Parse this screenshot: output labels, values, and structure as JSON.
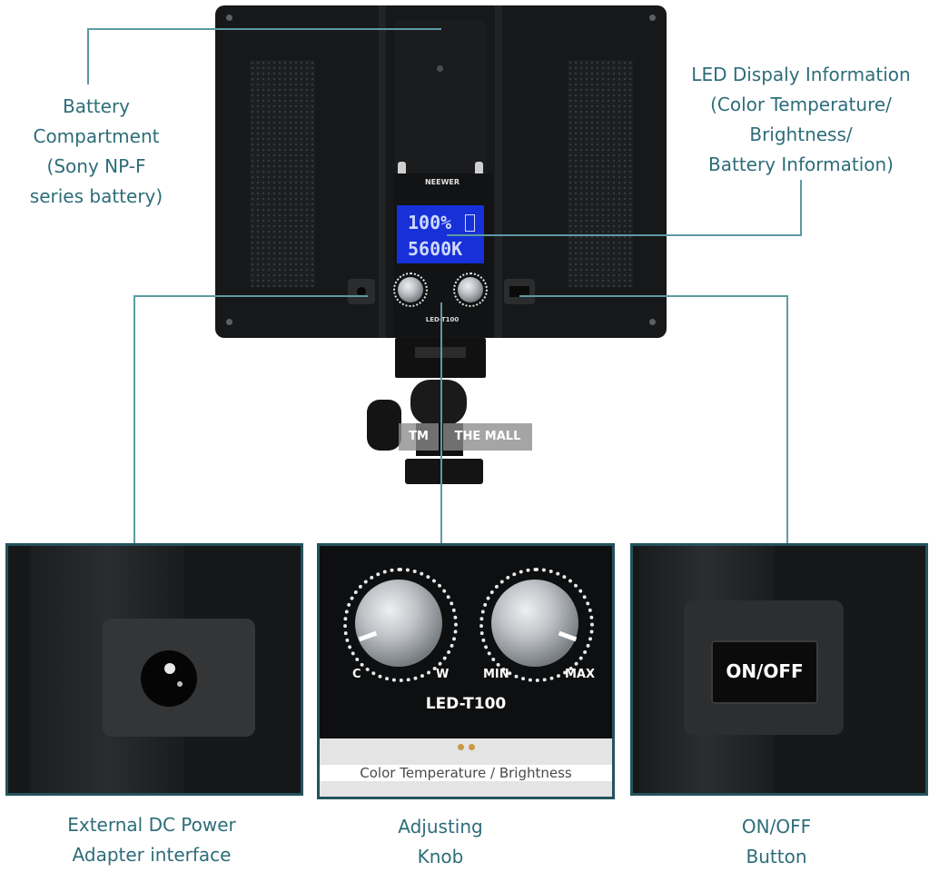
{
  "callouts": {
    "battery": {
      "line1": "Battery",
      "line2": "Compartment",
      "line3": "(Sony NP-F",
      "line4": "series battery)"
    },
    "led_display": {
      "line1": "LED Dispaly Information",
      "line2": "(Color Temperature/",
      "line3": "Brightness/",
      "line4": "Battery Information)"
    },
    "dc_power": {
      "line1": "External DC Power",
      "line2": "Adapter interface"
    },
    "knob": {
      "line1": "Adjusting",
      "line2": "Knob"
    },
    "onoff": {
      "line1": "ON/OFF",
      "line2": "Button"
    }
  },
  "device": {
    "brand": "NEEWER",
    "model": "LED-T100",
    "display": {
      "brightness": "100%",
      "temperature": "5600K"
    }
  },
  "insets": {
    "knob_panel": {
      "left_min": "C",
      "left_max": "W",
      "right_min": "MIN",
      "right_max": "MAX",
      "model": "LED-T100",
      "caption": "Color Temperature / Brightness"
    },
    "switch": {
      "label": "ON/OFF"
    }
  },
  "watermark": {
    "left": "TM",
    "right": "THE MALL"
  },
  "colors": {
    "label": "#2d6d79",
    "leader_line": "#5c9aa3",
    "lcd": "#1730d8",
    "inset_border": "#24535c"
  }
}
